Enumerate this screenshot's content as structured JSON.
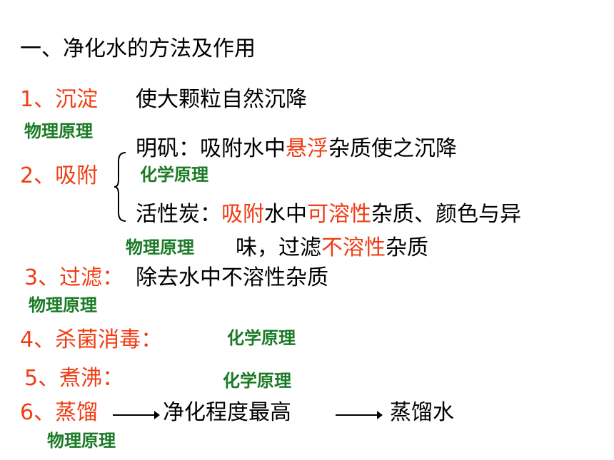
{
  "title": "一、净化水的方法及作用",
  "items": {
    "settle": {
      "label": "1、沉淀",
      "desc": "使大颗粒自然沉降",
      "principle": "物理原理"
    },
    "adsorb": {
      "label": "2、吸附",
      "alum": {
        "prefix": "明矾：吸附水中",
        "highlight": "悬浮",
        "suffix": "杂质使之沉降",
        "principle": "化学原理"
      },
      "carbon": {
        "prefix": "活性炭：",
        "highlight1": "吸附",
        "mid1": "水中",
        "highlight2": "可溶性",
        "mid2": "杂质、颜色与异",
        "line2_prefix": "味，过滤",
        "highlight3": "不溶性",
        "line2_suffix": "杂质",
        "principle": "物理原理"
      }
    },
    "filter": {
      "label": "3、过滤：",
      "desc": "除去水中不溶性杂质",
      "principle": "物理原理"
    },
    "disinfect": {
      "label": "4、杀菌消毒：",
      "principle": "化学原理"
    },
    "boil": {
      "label": "5、煮沸：",
      "principle": "化学原理"
    },
    "distill": {
      "label": "6、蒸馏",
      "mid": "净化程度最高",
      "result": "蒸馏水",
      "principle": "物理原理"
    }
  }
}
